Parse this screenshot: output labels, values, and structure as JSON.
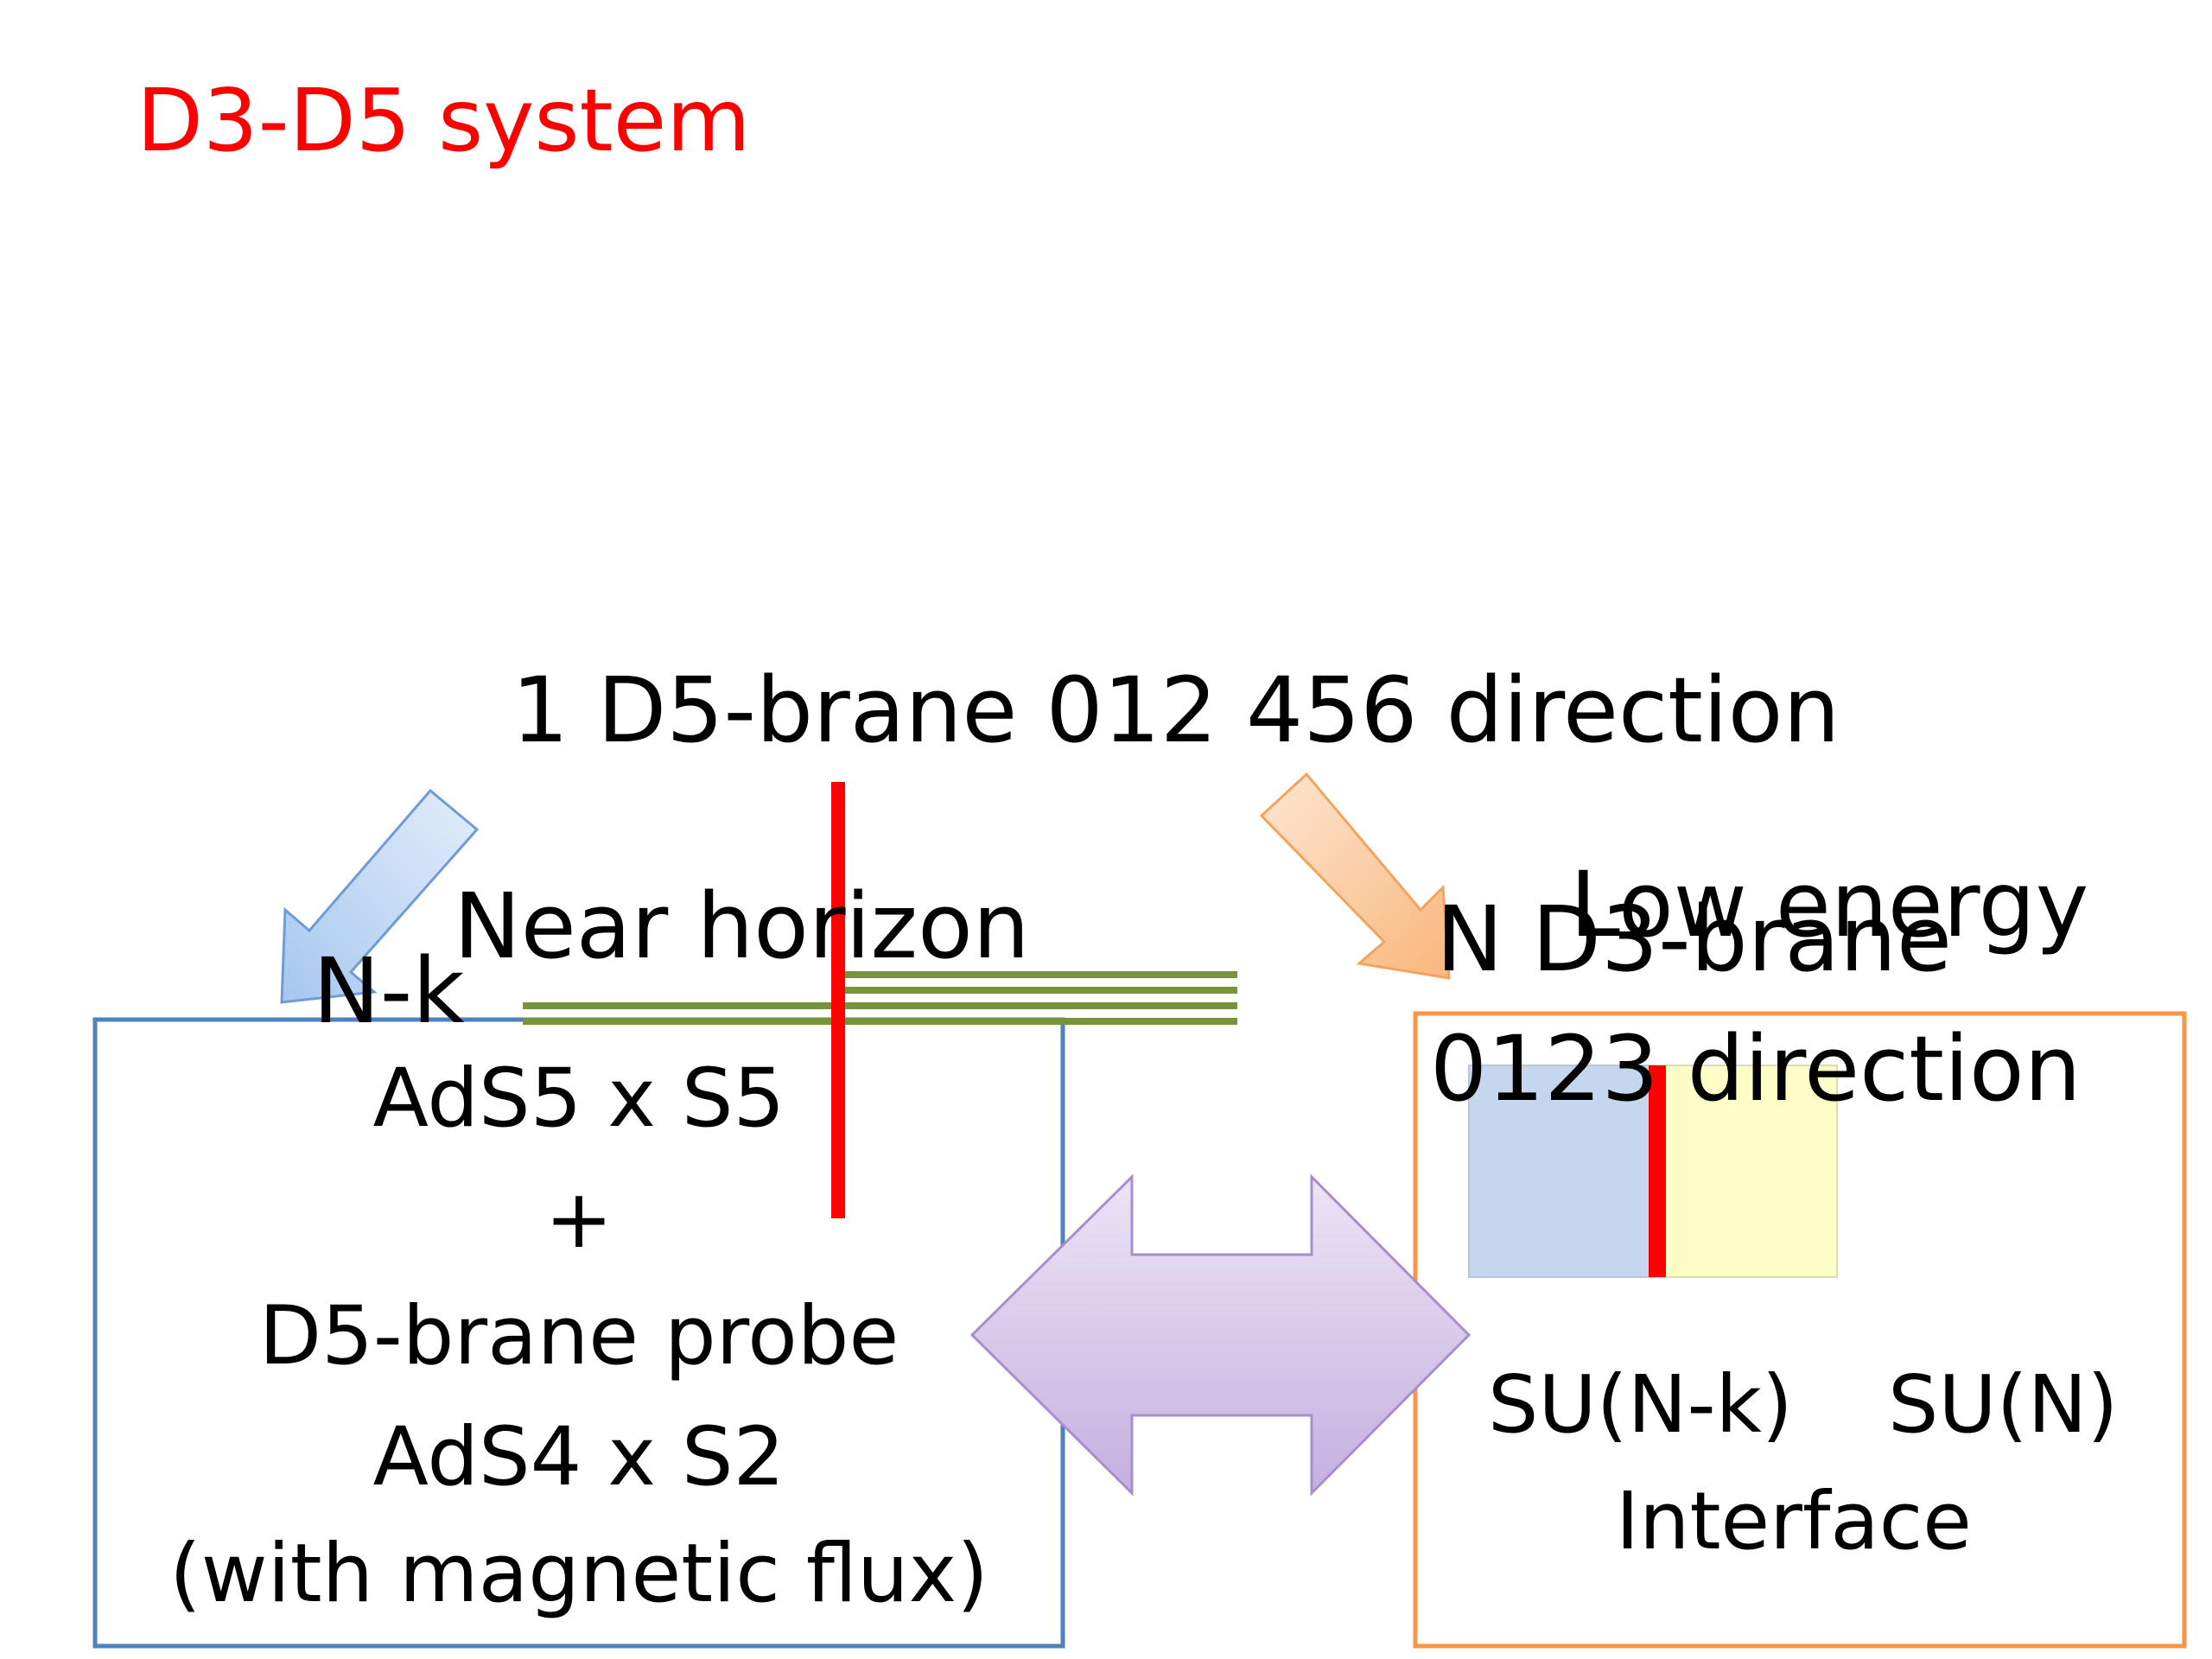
{
  "title": {
    "text": "D3-D5 system",
    "color": "#ff0000"
  },
  "d5_brane": {
    "label": "1 D5-brane  012 456 direction",
    "line_color": "#ff0000"
  },
  "left_branch": {
    "arrow_label": "Near horizon",
    "stack_label": "N-k",
    "arrow_color": "#a7c7ef",
    "box_border_color": "#4f81bd",
    "box_lines": [
      "AdS5 x S5",
      "+",
      "D5-brane probe",
      "AdS4 x S2",
      "(with magnetic flux)"
    ]
  },
  "right_branch": {
    "arrow_label": "Low energy",
    "stack_label": "N D3-brane",
    "direction_label": "0123 direction",
    "arrow_color": "#f9b77c",
    "box_border_color": "#f79646",
    "region_left_color": "#c5d7ee",
    "region_right_color": "#fdfdc8",
    "interface_color": "#ff0000",
    "group_left": "SU(N-k)",
    "group_right": "SU(N)",
    "interface_label": "Interface"
  },
  "d3_lines": {
    "color": "#77933c"
  },
  "duality_arrow": {
    "color": "#c5b0e0"
  }
}
